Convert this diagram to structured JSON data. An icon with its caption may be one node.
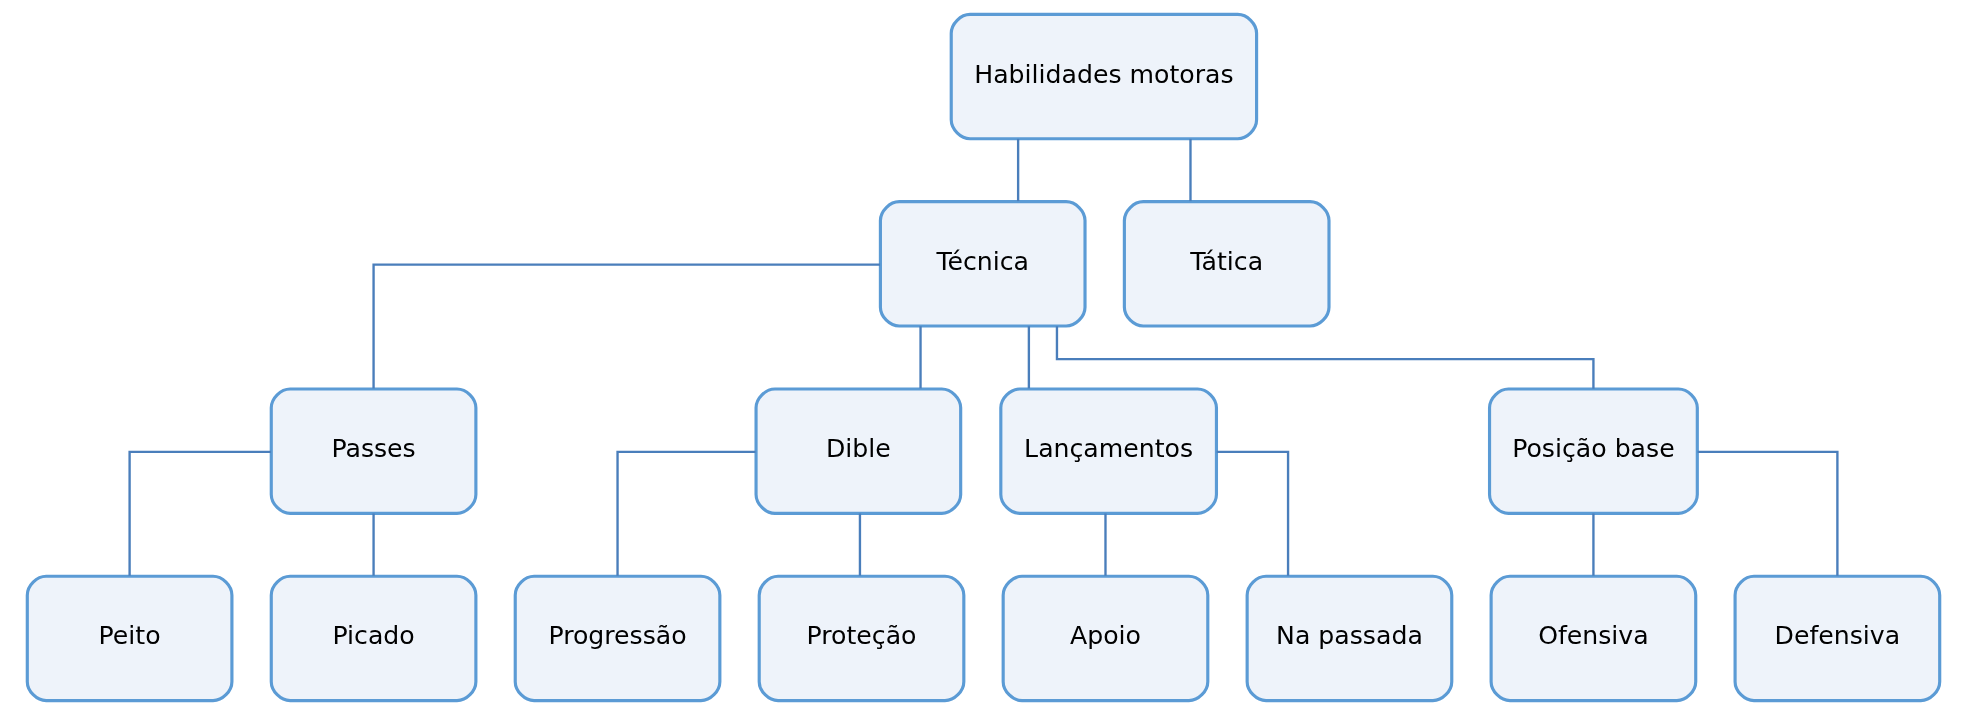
{
  "diagram": {
    "nodes": [
      {
        "text": [
          "Habilidades motoras"
        ]
      },
      {
        "text": [
          "Técnica"
        ]
      },
      {
        "text": [
          "Tática"
        ]
      },
      {
        "text": [
          "Passes"
        ]
      },
      {
        "text": [
          "Dible"
        ]
      },
      {
        "text": [
          "Lançamentos"
        ]
      },
      {
        "text": [
          "Posição base"
        ]
      },
      {
        "text": [
          "Peito"
        ]
      },
      {
        "text": [
          "Picado"
        ]
      },
      {
        "text": [
          "Progressão"
        ]
      },
      {
        "text": [
          "Proteção"
        ]
      },
      {
        "text": [
          "Apoio"
        ]
      },
      {
        "text": [
          "Na passada"
        ]
      },
      {
        "text": [
          "Ofensiva"
        ]
      },
      {
        "text": [
          "Defensiva"
        ]
      }
    ],
    "edges": [
      {
        "from": 0,
        "to": 1,
        "arrow": "none"
      },
      {
        "from": 0,
        "to": 2,
        "arrow": "none"
      },
      {
        "from": 1,
        "to": 3,
        "arrow": "none"
      },
      {
        "from": 1,
        "to": 4,
        "arrow": "none"
      },
      {
        "from": 1,
        "to": 5,
        "arrow": "none"
      },
      {
        "from": 1,
        "to": 6,
        "arrow": "none"
      },
      {
        "from": 3,
        "to": 7,
        "arrow": "none"
      },
      {
        "from": 3,
        "to": 8,
        "arrow": "none"
      },
      {
        "from": 4,
        "to": 9,
        "arrow": "none"
      },
      {
        "from": 4,
        "to": 10,
        "arrow": "none"
      },
      {
        "from": 5,
        "to": 11,
        "arrow": "none"
      },
      {
        "from": 5,
        "to": 12,
        "arrow": "none"
      },
      {
        "from": 6,
        "to": 13,
        "arrow": "none"
      },
      {
        "from": 6,
        "to": 14,
        "arrow": "none"
      }
    ]
  }
}
